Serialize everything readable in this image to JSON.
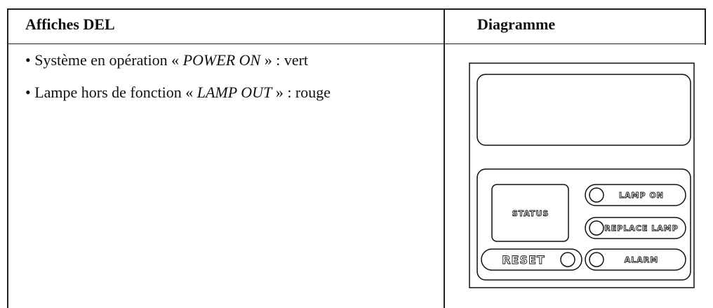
{
  "table": {
    "header_left": "Affiches DEL",
    "header_right": "Diagramme",
    "bullets": [
      {
        "prefix": "• Système en opération « ",
        "emph": "POWER ON",
        "suffix": " » : vert"
      },
      {
        "prefix": "• Lampe hors de fonction « ",
        "emph": "LAMP OUT",
        "suffix": " » : rouge"
      }
    ]
  },
  "panel": {
    "status_label": "STATUS",
    "reset_label": "RESET",
    "indicators": [
      "LAMP ON",
      "REPLACE LAMP",
      "ALARM"
    ]
  }
}
